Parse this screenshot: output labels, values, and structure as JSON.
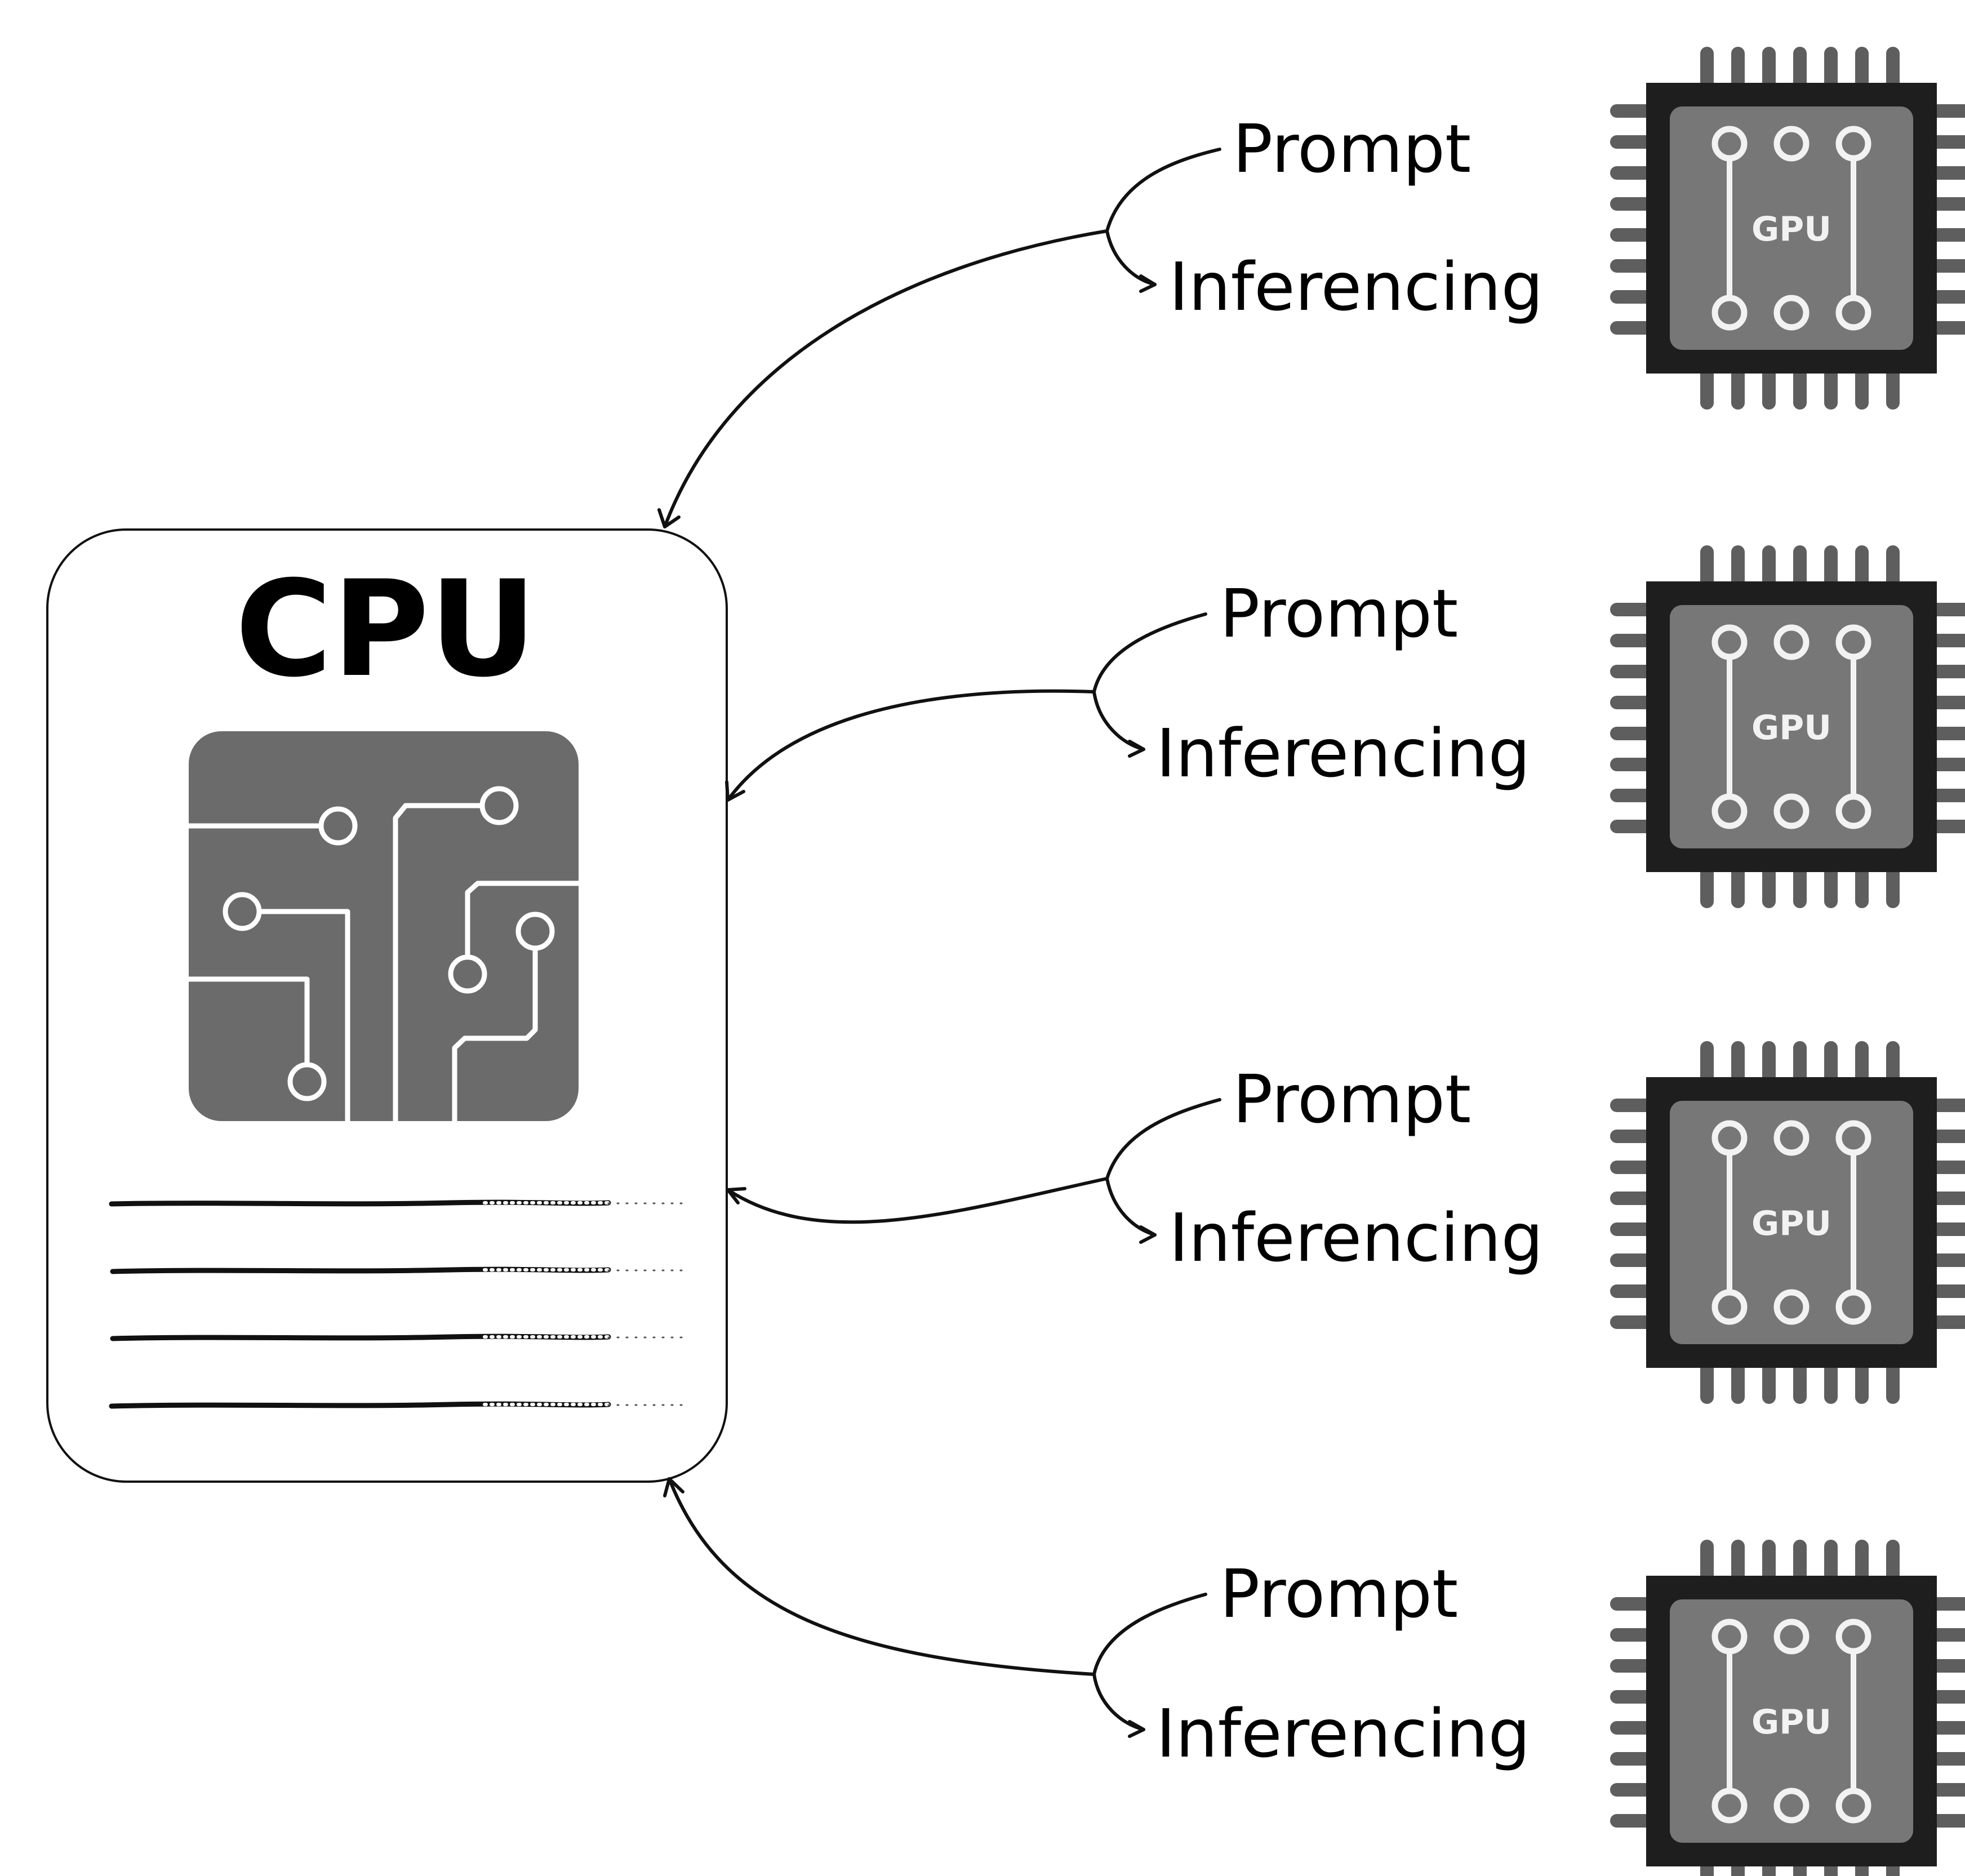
{
  "cpu": {
    "title": "CPU",
    "icon": "cpu-circuit-icon"
  },
  "gpus": [
    {
      "label": "GPU",
      "icon": "gpu-chip-icon"
    },
    {
      "label": "GPU",
      "icon": "gpu-chip-icon"
    },
    {
      "label": "GPU",
      "icon": "gpu-chip-icon"
    },
    {
      "label": "GPU",
      "icon": "gpu-chip-icon"
    }
  ],
  "flows": [
    {
      "prompt": "Prompt",
      "inferencing": "Inferencing"
    },
    {
      "prompt": "Prompt",
      "inferencing": "Inferencing"
    },
    {
      "prompt": "Prompt",
      "inferencing": "Inferencing"
    },
    {
      "prompt": "Prompt",
      "inferencing": "Inferencing"
    }
  ],
  "colors": {
    "chip_body": "#1e1e1e",
    "chip_inner": "#777777",
    "chip_pins": "#5e5e5e",
    "cpu_icon": "#6b6b6b",
    "lines": "#111111"
  }
}
